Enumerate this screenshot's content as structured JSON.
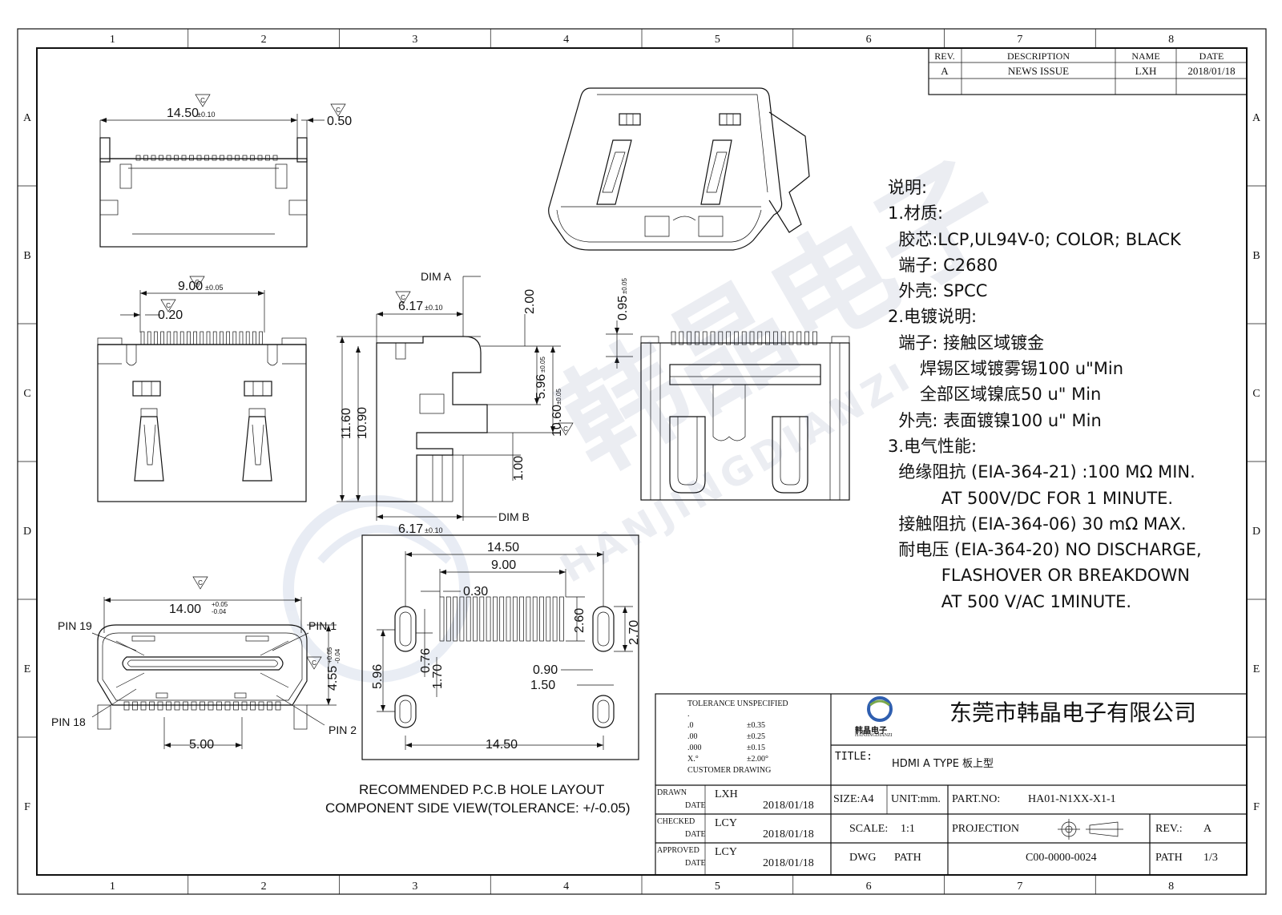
{
  "frame": {
    "columns": [
      "1",
      "2",
      "3",
      "4",
      "5",
      "6",
      "7",
      "8"
    ],
    "rows": [
      "A",
      "B",
      "C",
      "D",
      "E",
      "F"
    ]
  },
  "revision_table": {
    "headers": [
      "REV.",
      "DESCRIPTION",
      "NAME",
      "DATE"
    ],
    "row": [
      "A",
      "NEWS ISSUE",
      "LXH",
      "2018/01/18"
    ]
  },
  "watermark": {
    "cn": "韩晶电子",
    "en": "HANJINGDIANZI"
  },
  "notes": [
    "说明:",
    "1.材质:",
    "  胶芯:LCP,UL94V-0; COLOR; BLACK",
    "  端子: C2680",
    "  外壳: SPCC",
    "2.电镀说明:",
    "  端子: 接触区域镀金",
    "      焊锡区域镀雾锡100 u\"Min",
    "      全部区域镍底50 u\" Min",
    "  外壳: 表面镀镍100 u\" Min",
    "3.电气性能:",
    "  绝缘阻抗 (EIA-364-21) :100 MΩ MIN.",
    "          AT 500V/DC FOR 1 MINUTE.",
    "  接触阻抗 (EIA-364-06) 30 mΩ MAX.",
    "  耐电压 (EIA-364-20) NO DISCHARGE,",
    "          FLASHOVER OR BREAKDOWN",
    "          AT 500 V/AC 1MINUTE."
  ],
  "dimensions": {
    "top_width": "14.50",
    "top_width_tol": "±0.10",
    "top_gap": "0.50",
    "front_pitch_span": "9.00",
    "front_pitch_span_tol": "±0.05",
    "front_pitch": "0.20",
    "dim_a": "DIM  A",
    "dim_b": "DIM  B",
    "side_depth_top": "6.17",
    "side_depth_top_tol": "±0.10",
    "side_depth_bottom": "6.17",
    "side_depth_bottom_tol": "±0.10",
    "side_h1": "11.60",
    "side_h2": "10.90",
    "side_2": "2.00",
    "side_596": "5.96",
    "side_596_tol": "±0.05",
    "side_1060": "10.60",
    "side_1060_tol": "±0.05",
    "side_100": "1.00",
    "back_095": "0.95",
    "back_095_tol": "±0.05",
    "bottom_width": "14.00",
    "bottom_width_tol_up": "+0.05",
    "bottom_width_tol_dn": "-0.04",
    "bottom_h": "4.55",
    "bottom_h_tol_up": "+0.05",
    "bottom_h_tol_dn": "-0.04",
    "bottom_pitch": "5.00",
    "pin19": "PIN 19",
    "pin1": "PIN 1",
    "pin18": "PIN 18",
    "pin2": "PIN 2",
    "pcb_1450_top": "14.50",
    "pcb_900": "9.00",
    "pcb_030": "0.30",
    "pcb_260": "2.60",
    "pcb_270": "2.70",
    "pcb_090": "0.90",
    "pcb_150": "1.50",
    "pcb_596": "5.96",
    "pcb_076": "0.76",
    "pcb_170": "1.70",
    "pcb_1450_bottom": "14.50",
    "datum": "C"
  },
  "pcb_caption": {
    "line1": "RECOMMENDED P.C.B HOLE LAYOUT",
    "line2": "COMPONENT SIDE VIEW(TOLERANCE: +/-0.05)"
  },
  "title_block": {
    "tolerance_header": "TOLERANCE UNSPECIFIED",
    "tol_rows": [
      [
        ".",
        ""
      ],
      [
        ".0",
        "±0.35"
      ],
      [
        ".00",
        "±0.25"
      ],
      [
        ".000",
        "±0.15"
      ],
      [
        "X.°",
        "±2.00°"
      ]
    ],
    "customer_drawing": "CUSTOMER DRAWING",
    "logo_text": "韩晶电子",
    "logo_sub": "HANJINGDIANZI",
    "company": "东莞市韩晶电子有限公司",
    "title_label": "TITLE:",
    "title_value": "HDMI A TYPE 板上型",
    "drawn_label": "DRAWN",
    "drawn_name": "LXH",
    "drawn_date": "2018/01/18",
    "checked_label": "CHECKED",
    "checked_name": "LCY",
    "checked_date": "2018/01/18",
    "approved_label": "APPROVED",
    "approved_name": "LCY",
    "approved_date": "2018/01/18",
    "date_label": "DATE",
    "size": "SIZE:A4",
    "unit": "UNIT:mm.",
    "part_label": "PART.NO:",
    "part_no": "HA01-N1XX-X1-1",
    "scale_label": "SCALE:",
    "scale": "1:1",
    "projection_label": "PROJECTION",
    "rev_label": "REV.:",
    "rev": "A",
    "dwg_label": "DWG",
    "dwg_path": "PATH",
    "dwg_no": "C00-0000-0024",
    "path_label": "PATH",
    "path": "1/3"
  }
}
